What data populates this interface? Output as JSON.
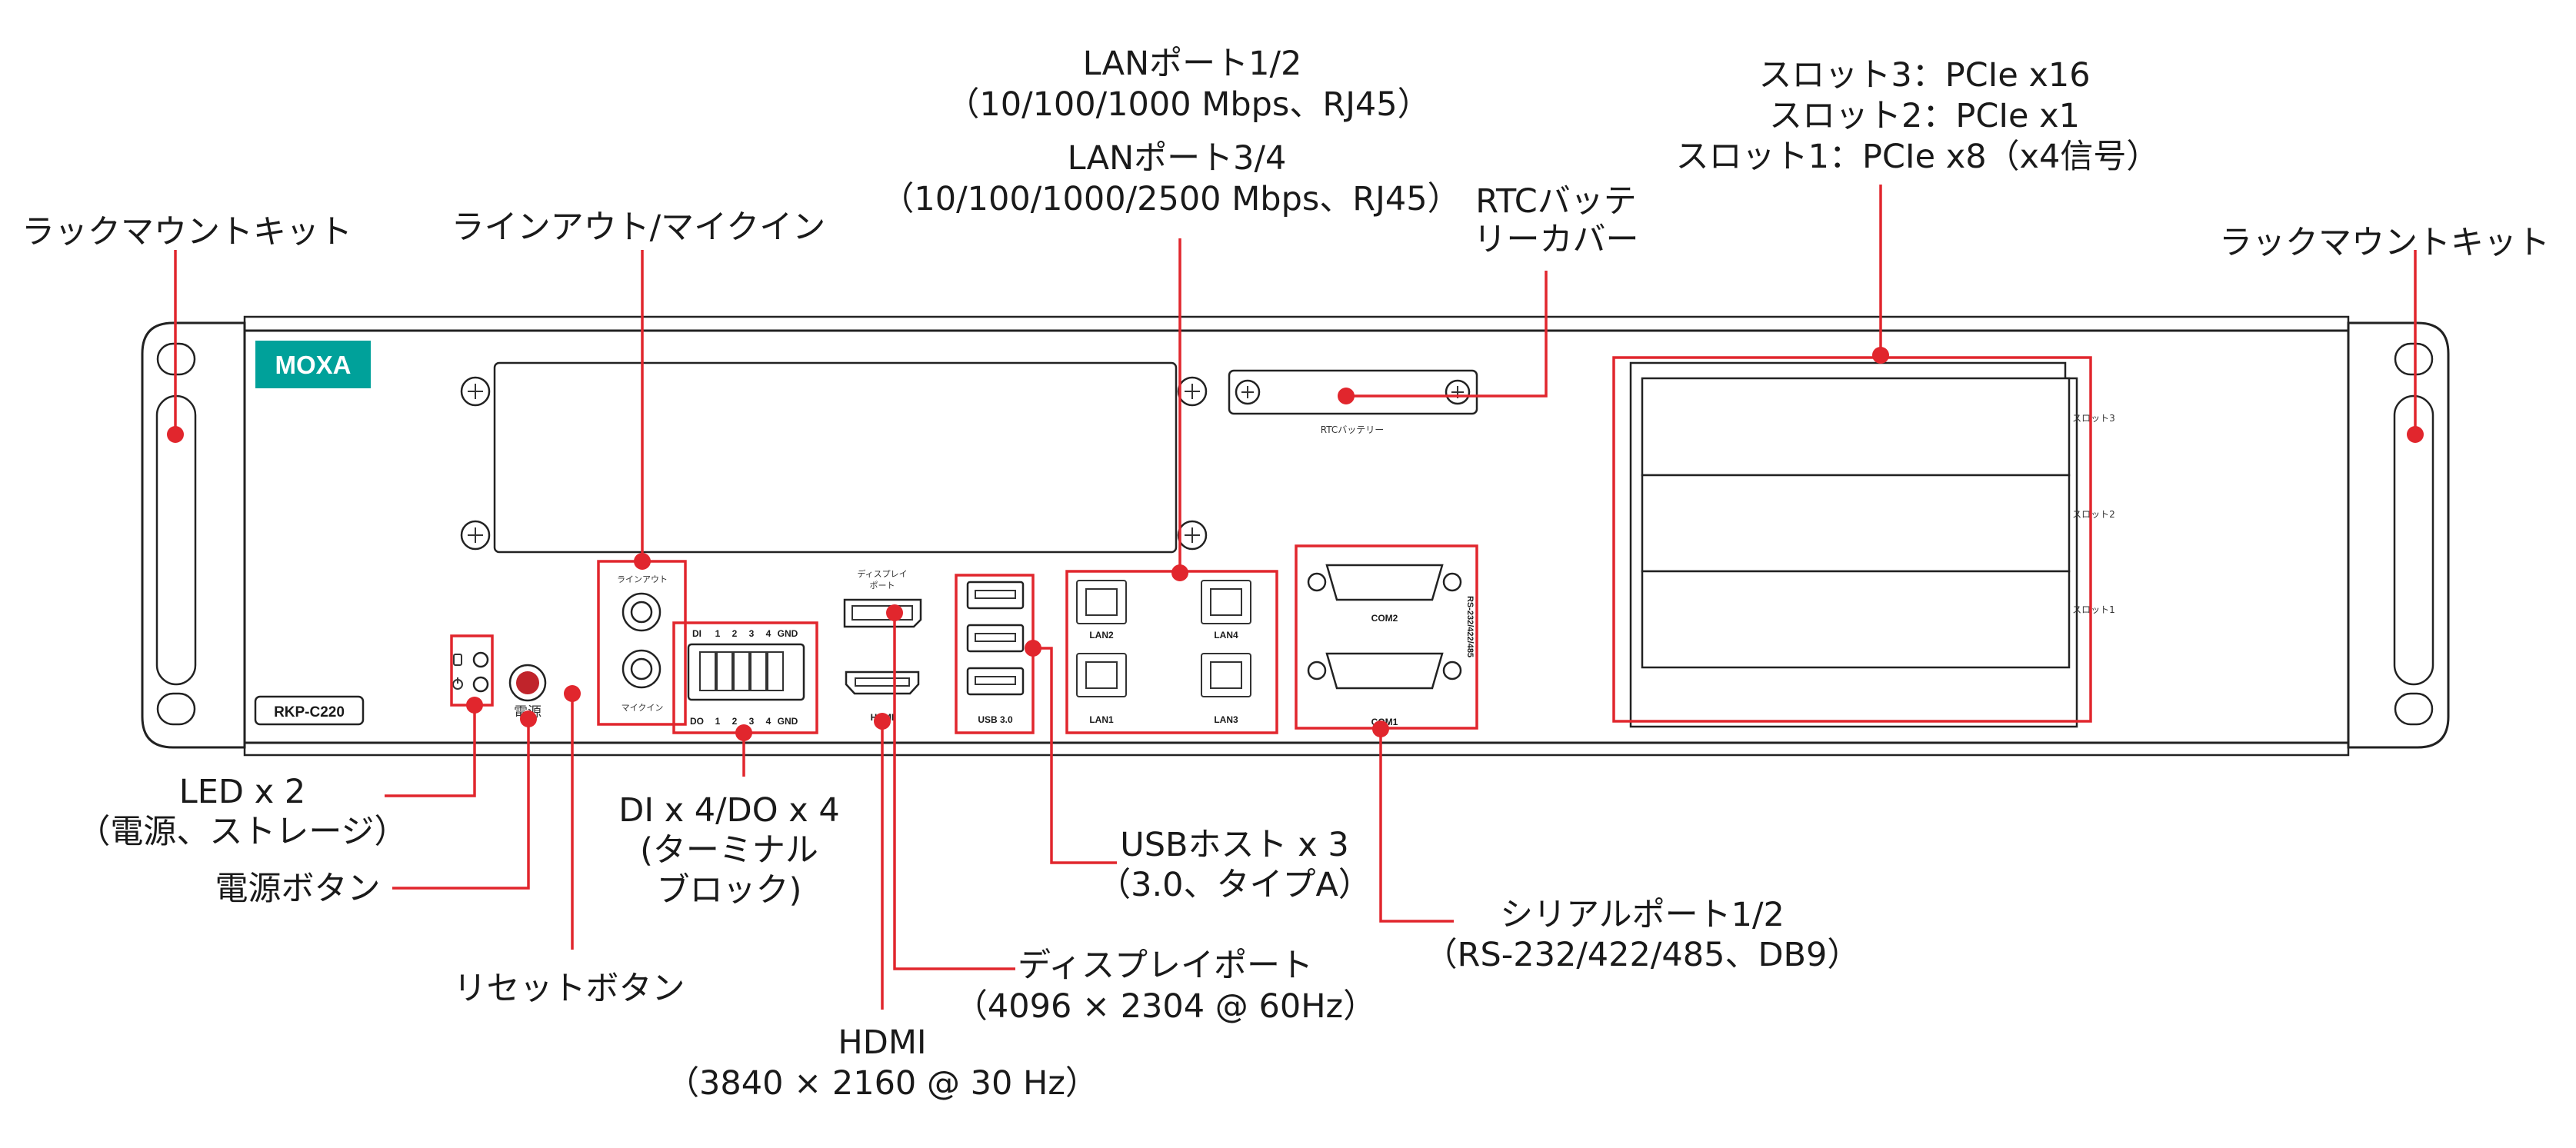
{
  "brand": {
    "logo_text": "MOXA",
    "logo_color": "#00a19a"
  },
  "accent_color": "#e1262d",
  "panel": {
    "model": "RKP-C220",
    "power_symbol": "電源",
    "line_out_label": "ラインアウト",
    "mic_in_label": "マイクイン",
    "di_row": [
      "DI",
      "1",
      "2",
      "3",
      "4",
      "GND"
    ],
    "do_row": [
      "DO",
      "1",
      "2",
      "3",
      "4",
      "GND"
    ],
    "displayport_label_line1": "ディスプレイ",
    "displayport_label_line2": "ポート",
    "hdmi_label": "HDMI",
    "usb_label": "USB 3.0",
    "lan_labels": [
      "LAN1",
      "LAN2",
      "LAN3",
      "LAN4"
    ],
    "com_labels": [
      "COM1",
      "COM2"
    ],
    "serial_side_label": "RS-232/422/485",
    "rtc_label": "RTCバッテリー",
    "slot_labels": [
      "スロット3",
      "スロット2",
      "スロット1"
    ]
  },
  "callouts": {
    "rack_left": "ラックマウントキット",
    "rack_right": "ラックマウントキット",
    "lineout": "ラインアウト/マイクイン",
    "lan12_line1": "LANポート1/2",
    "lan12_line2": "（10/100/1000 Mbps、RJ45）",
    "lan34_line1": "LANポート3/4",
    "lan34_line2": "（10/100/1000/2500 Mbps、RJ45）",
    "rtc_line1": "RTCバッテ",
    "rtc_line2": "リーカバー",
    "slots_line1": "スロット3：PCIe x16",
    "slots_line2": "スロット2：PCIe x1",
    "slots_line3": "スロット1：PCIe x8（x4信号）",
    "led_line1": "LED x 2",
    "led_line2": "（電源、ストレージ）",
    "power_button": "電源ボタン",
    "reset_button": "リセットボタン",
    "dio_line1": "DI x 4/DO x 4",
    "dio_line2": "(ターミナル",
    "dio_line3": "ブロック)",
    "usb_line1": "USBホスト x 3",
    "usb_line2": "（3.0、タイプA）",
    "serial_line1": "シリアルポート1/2",
    "serial_line2": "（RS-232/422/485、DB9）",
    "dp_line1": "ディスプレイポート",
    "dp_line2": "（4096 × 2304 @ 60Hz）",
    "hdmi_line1": "HDMI",
    "hdmi_line2": "（3840 × 2160 @ 30 Hz）"
  }
}
